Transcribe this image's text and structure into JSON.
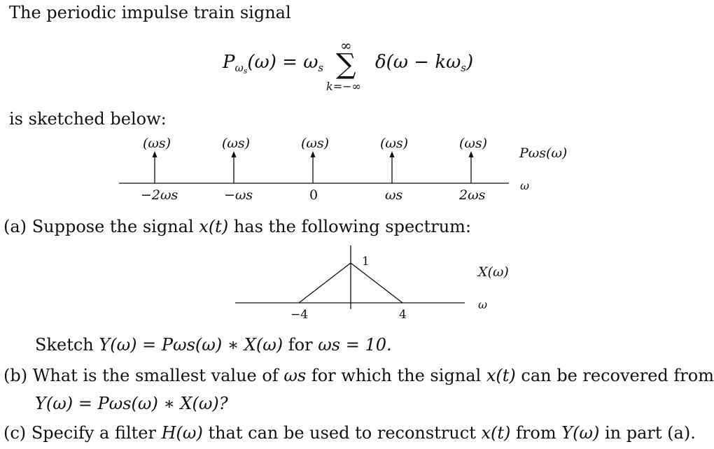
{
  "intro": "The periodic impulse train signal",
  "equation": {
    "lhs_symbol": "P",
    "lhs_sub": "ω",
    "lhs_subsub": "s",
    "lhs_arg": "(ω)",
    "eq": "=",
    "coeff": "ω",
    "coeff_sub": "s",
    "sum_symbol": "∑",
    "upper": "∞",
    "lower": "k=−∞",
    "term": "δ(ω − kω",
    "term_sub": "s",
    "term_close": ")"
  },
  "sketched": "is sketched below:",
  "impulse_plot": {
    "impulse_weight_label": "(ωs)",
    "tick_labels": [
      "−2ωs",
      "−ωs",
      "0",
      "ωs",
      "2ωs"
    ],
    "signal_label": "Pωs(ω)",
    "axis_label": "ω",
    "chart_data": {
      "type": "line",
      "x": [
        -2,
        -1,
        0,
        1,
        2
      ],
      "impulse_heights": [
        1,
        1,
        1,
        1,
        1
      ]
    }
  },
  "part_a": {
    "marker": "(a)",
    "text_before": "Suppose the signal ",
    "x_of_t": "x(t)",
    "text_after": " has the following spectrum:"
  },
  "spectrum_plot": {
    "peak_label": "1",
    "left_label": "−4",
    "right_label": "4",
    "signal_label": "X(ω)",
    "axis_label": "ω",
    "chart_data": {
      "type": "line",
      "x": [
        -4,
        0,
        4
      ],
      "y": [
        0,
        1,
        0
      ]
    }
  },
  "sketch_line": {
    "word": "Sketch ",
    "expr": "Y(ω) = Pωs(ω) ∗ X(ω)",
    "for": " for ",
    "cond": "ωs = 10."
  },
  "part_b": {
    "marker": "(b)",
    "line1_before": "What is the smallest value of ",
    "ws": "ωs",
    "line1_mid": " for which the signal ",
    "x_of_t": "x(t)",
    "line1_after": " can be recovered from",
    "line2": "Y(ω) = Pωs(ω) ∗ X(ω)?"
  },
  "part_c": {
    "marker": "(c)",
    "text1": "Specify a filter ",
    "h": "H(ω)",
    "text2": " that can be used to reconstruct ",
    "x_of_t": "x(t)",
    "text3": " from ",
    "y": "Y(ω)",
    "text4": " in part (a)."
  }
}
